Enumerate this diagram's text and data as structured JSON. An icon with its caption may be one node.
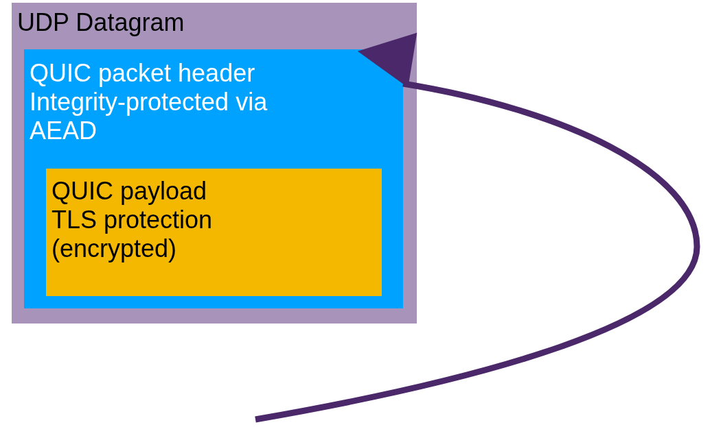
{
  "diagram": {
    "nodes": [
      {
        "text": [
          "UDP Datagram"
        ]
      },
      {
        "text": [
          "QUIC packet header",
          "Integrity-protected via AEAD"
        ],
        "in": 0
      },
      {
        "text": [
          "QUIC payload",
          "TLS protection (encrypted)"
        ],
        "in": 1
      }
    ],
    "edges": [
      {
        "from": null,
        "to": 1,
        "arrow": "to"
      }
    ]
  }
}
